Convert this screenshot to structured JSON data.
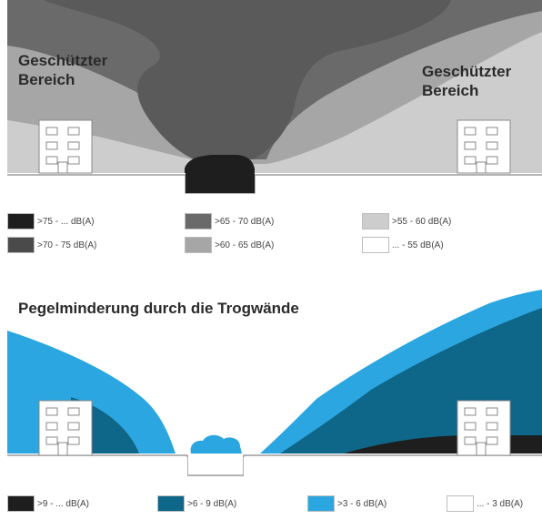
{
  "top_panel": {
    "label_left": "Geschützter Bereich",
    "label_right": "Geschützter Bereich"
  },
  "bottom_panel": {
    "title": "Pegelminderung durch die Trogwände"
  },
  "legend_top": [
    {
      "label": ">75 - ... dB(A)",
      "color": "#1e1e1e"
    },
    {
      "label": ">65 - 70 dB(A)",
      "color": "#6a6a6a"
    },
    {
      "label": ">55 - 60 dB(A)",
      "color": "#cdcdcd"
    },
    {
      "label": ">70 - 75 dB(A)",
      "color": "#4a4a4a"
    },
    {
      "label": ">60 - 65 dB(A)",
      "color": "#a6a6a6"
    },
    {
      "label": "... - 55 dB(A)",
      "color": "#ffffff"
    }
  ],
  "legend_bottom": [
    {
      "label": ">9 - ... dB(A)",
      "color": "#1e1e1e"
    },
    {
      "label": ">6 - 9 dB(A)",
      "color": "#0e6689"
    },
    {
      "label": ">3 - 6 dB(A)",
      "color": "#2ba6e0"
    },
    {
      "label": "... - 3 dB(A)",
      "color": "#ffffff"
    }
  ]
}
